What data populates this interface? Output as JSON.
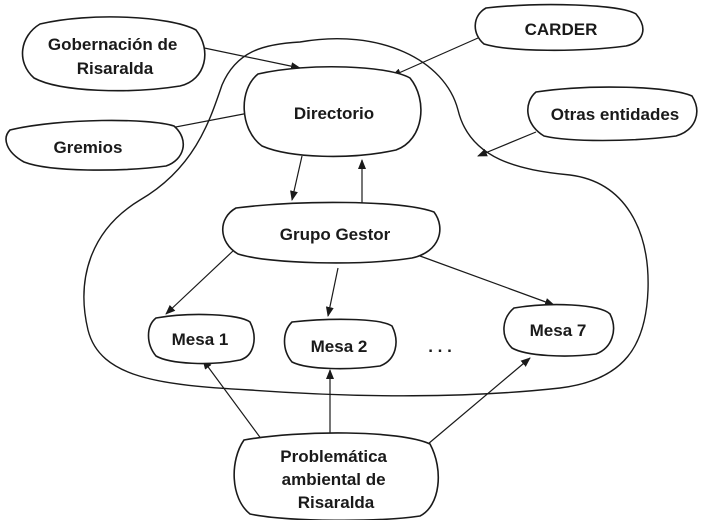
{
  "nodes": {
    "gobernacion": {
      "lines": [
        "Gobernación de",
        "Risaralda"
      ]
    },
    "carder": {
      "lines": [
        "CARDER"
      ]
    },
    "directorio": {
      "lines": [
        "Directorio"
      ]
    },
    "gremios": {
      "lines": [
        "Gremios"
      ]
    },
    "otras": {
      "lines": [
        "Otras entidades"
      ]
    },
    "grupo": {
      "lines": [
        "Grupo Gestor"
      ]
    },
    "mesa1": {
      "lines": [
        "Mesa 1"
      ]
    },
    "mesa2": {
      "lines": [
        "Mesa 2"
      ]
    },
    "mesa7": {
      "lines": [
        "Mesa 7"
      ]
    },
    "ellipsis": {
      "lines": [
        ". . ."
      ]
    },
    "problematica": {
      "lines": [
        "Problemática",
        "ambiental de",
        "Risaralda"
      ]
    }
  },
  "edges": [
    {
      "from": "gobernacion",
      "to": "directorio"
    },
    {
      "from": "carder",
      "to": "directorio"
    },
    {
      "from": "gremios",
      "to": "directorio"
    },
    {
      "from": "otras",
      "to": "outer-boundary"
    },
    {
      "from": "directorio",
      "to": "grupo"
    },
    {
      "from": "grupo",
      "to": "directorio"
    },
    {
      "from": "grupo",
      "to": "mesa1"
    },
    {
      "from": "grupo",
      "to": "mesa2"
    },
    {
      "from": "grupo",
      "to": "mesa7"
    },
    {
      "from": "problematica",
      "to": "mesa1"
    },
    {
      "from": "problematica",
      "to": "mesa2"
    },
    {
      "from": "problematica",
      "to": "mesa7"
    }
  ],
  "style": {
    "stroke_color": "#1a1a1a",
    "background": "#ffffff"
  }
}
